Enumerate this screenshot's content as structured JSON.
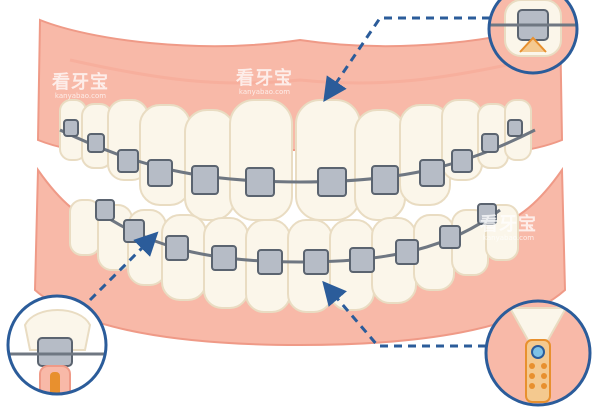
{
  "watermark": {
    "text_zh": "看牙宝",
    "text_en": "kanyabao.com"
  },
  "colors": {
    "gum": "#f8b9a8",
    "gum_dark": "#ef9a87",
    "tooth": "#fbf6ea",
    "tooth_shadow": "#e9dcc2",
    "bracket": "#b6bcc6",
    "bracket_dark": "#5b6470",
    "wire": "#6f7782",
    "arrow": "#2b5c9a",
    "bone": "#f4c98f",
    "bone_hole": "#e8902e",
    "ligament_dot": "#7fc2e6"
  },
  "callouts": [
    {
      "name": "top-right",
      "content": "bracket-on-tooth-crown"
    },
    {
      "name": "bottom-left",
      "content": "tooth-with-bracket-and-root"
    },
    {
      "name": "bottom-right",
      "content": "root-in-bone-cross-section"
    }
  ]
}
